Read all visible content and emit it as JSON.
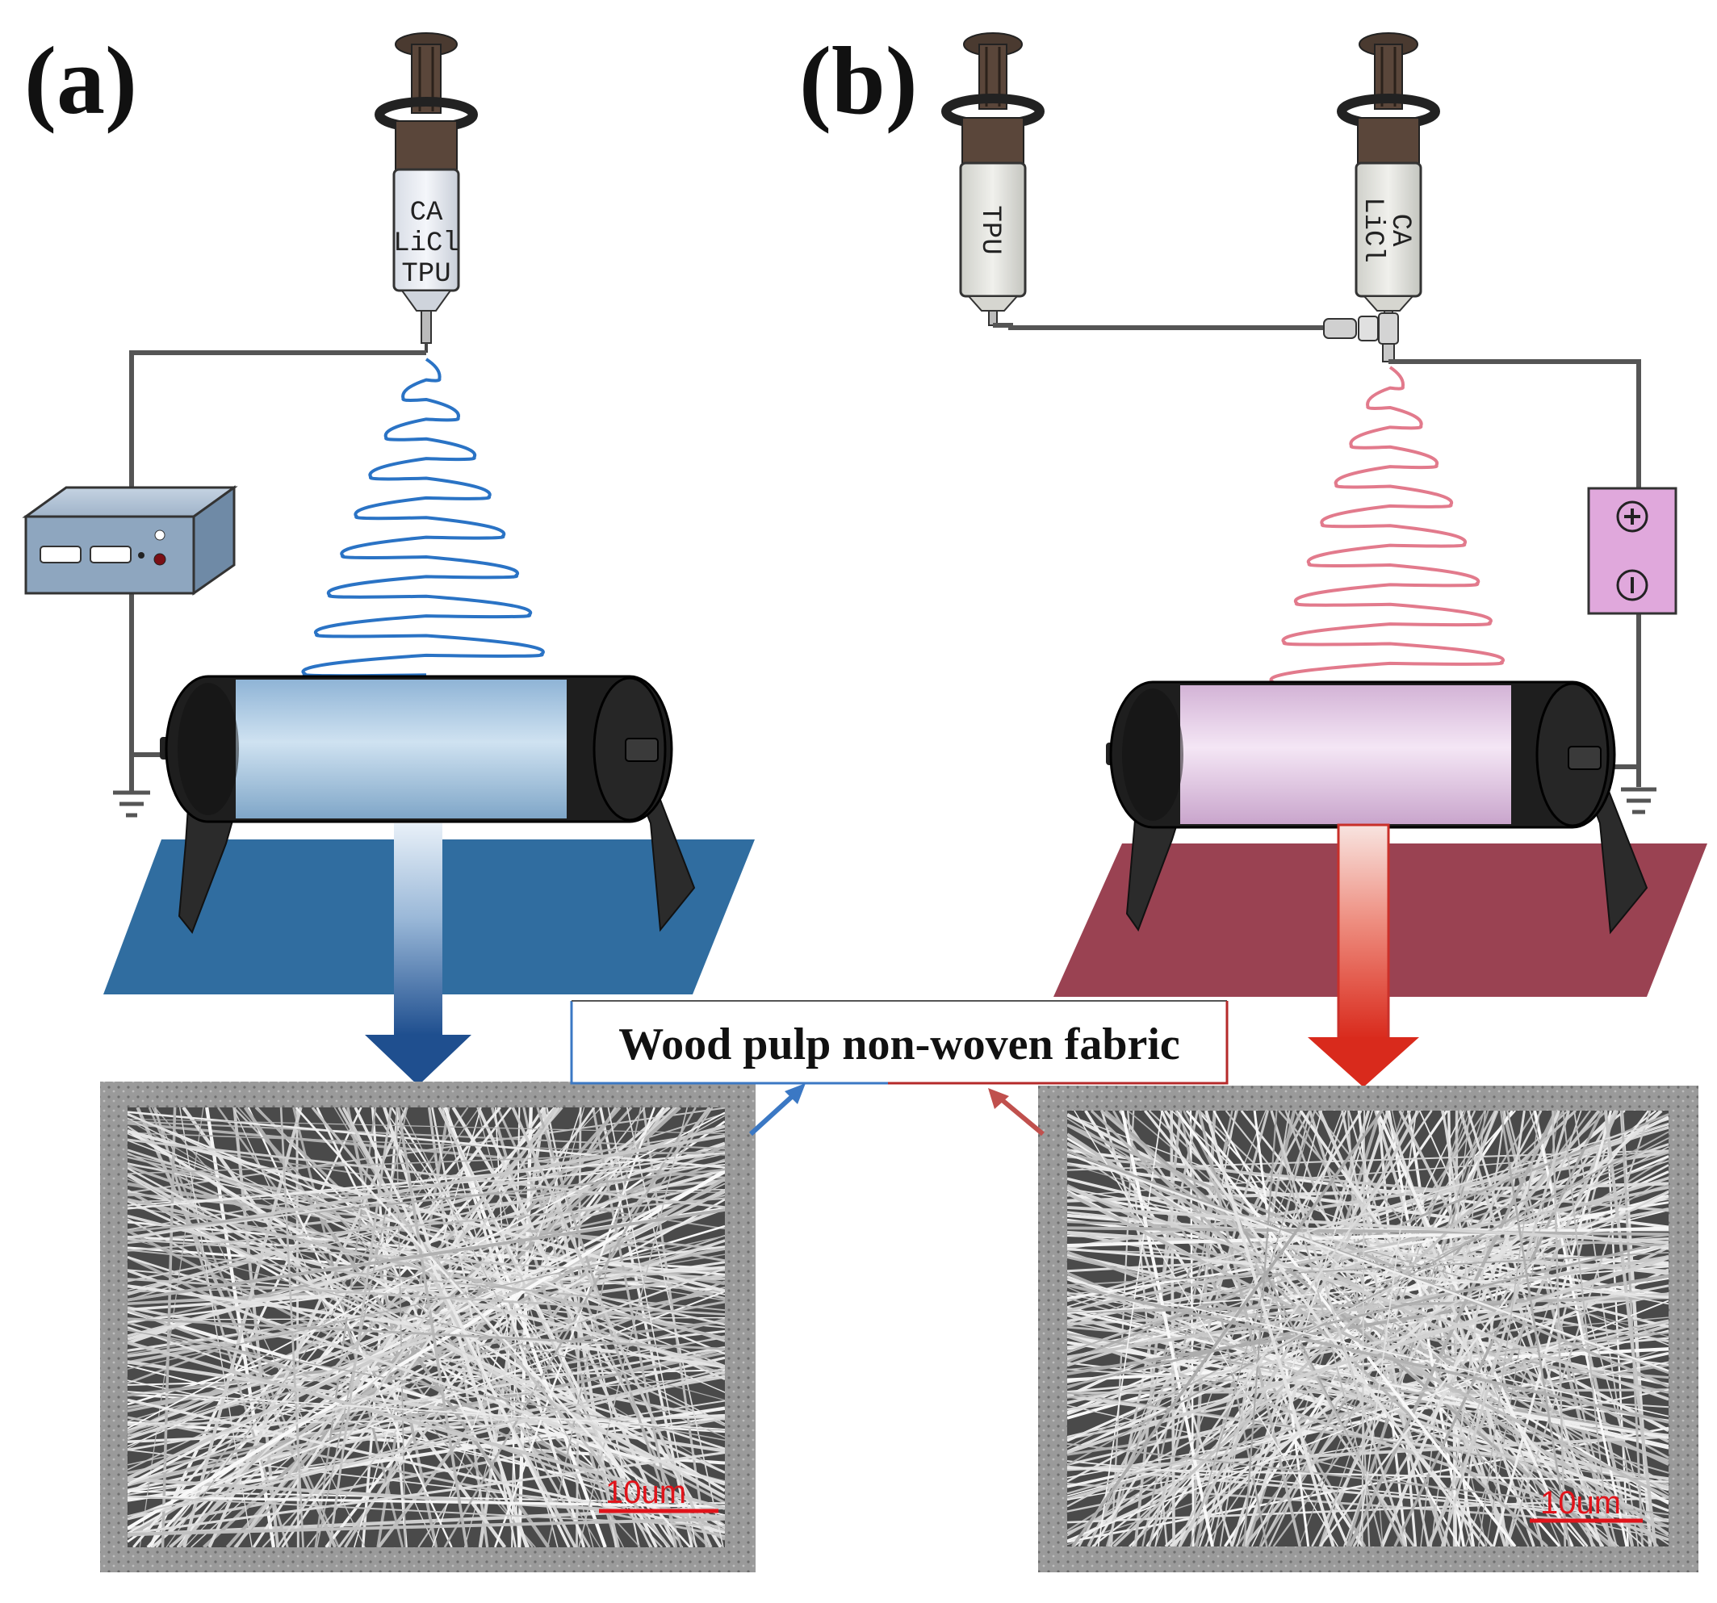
{
  "panels": {
    "a": {
      "label": "(a)",
      "syringe_lines": [
        "CA",
        "LiCl",
        "TPU"
      ],
      "scale_bar": "10um"
    },
    "b": {
      "label": "(b)",
      "syringe_left_lines": [
        "TPU"
      ],
      "syringe_right_lines": [
        "CA",
        "LiCl"
      ],
      "scale_bar": "10um"
    }
  },
  "callout": {
    "text": "Wood pulp non-woven fabric"
  },
  "colors": {
    "blue_fiber": "#2a73c5",
    "pink_fiber": "#e27a8c",
    "blue_platform": "#306da0",
    "red_platform": "#9a4252",
    "blue_arrow": "#1f4f8f",
    "red_arrow": "#d92a1c",
    "scale_red": "#e0141b"
  }
}
